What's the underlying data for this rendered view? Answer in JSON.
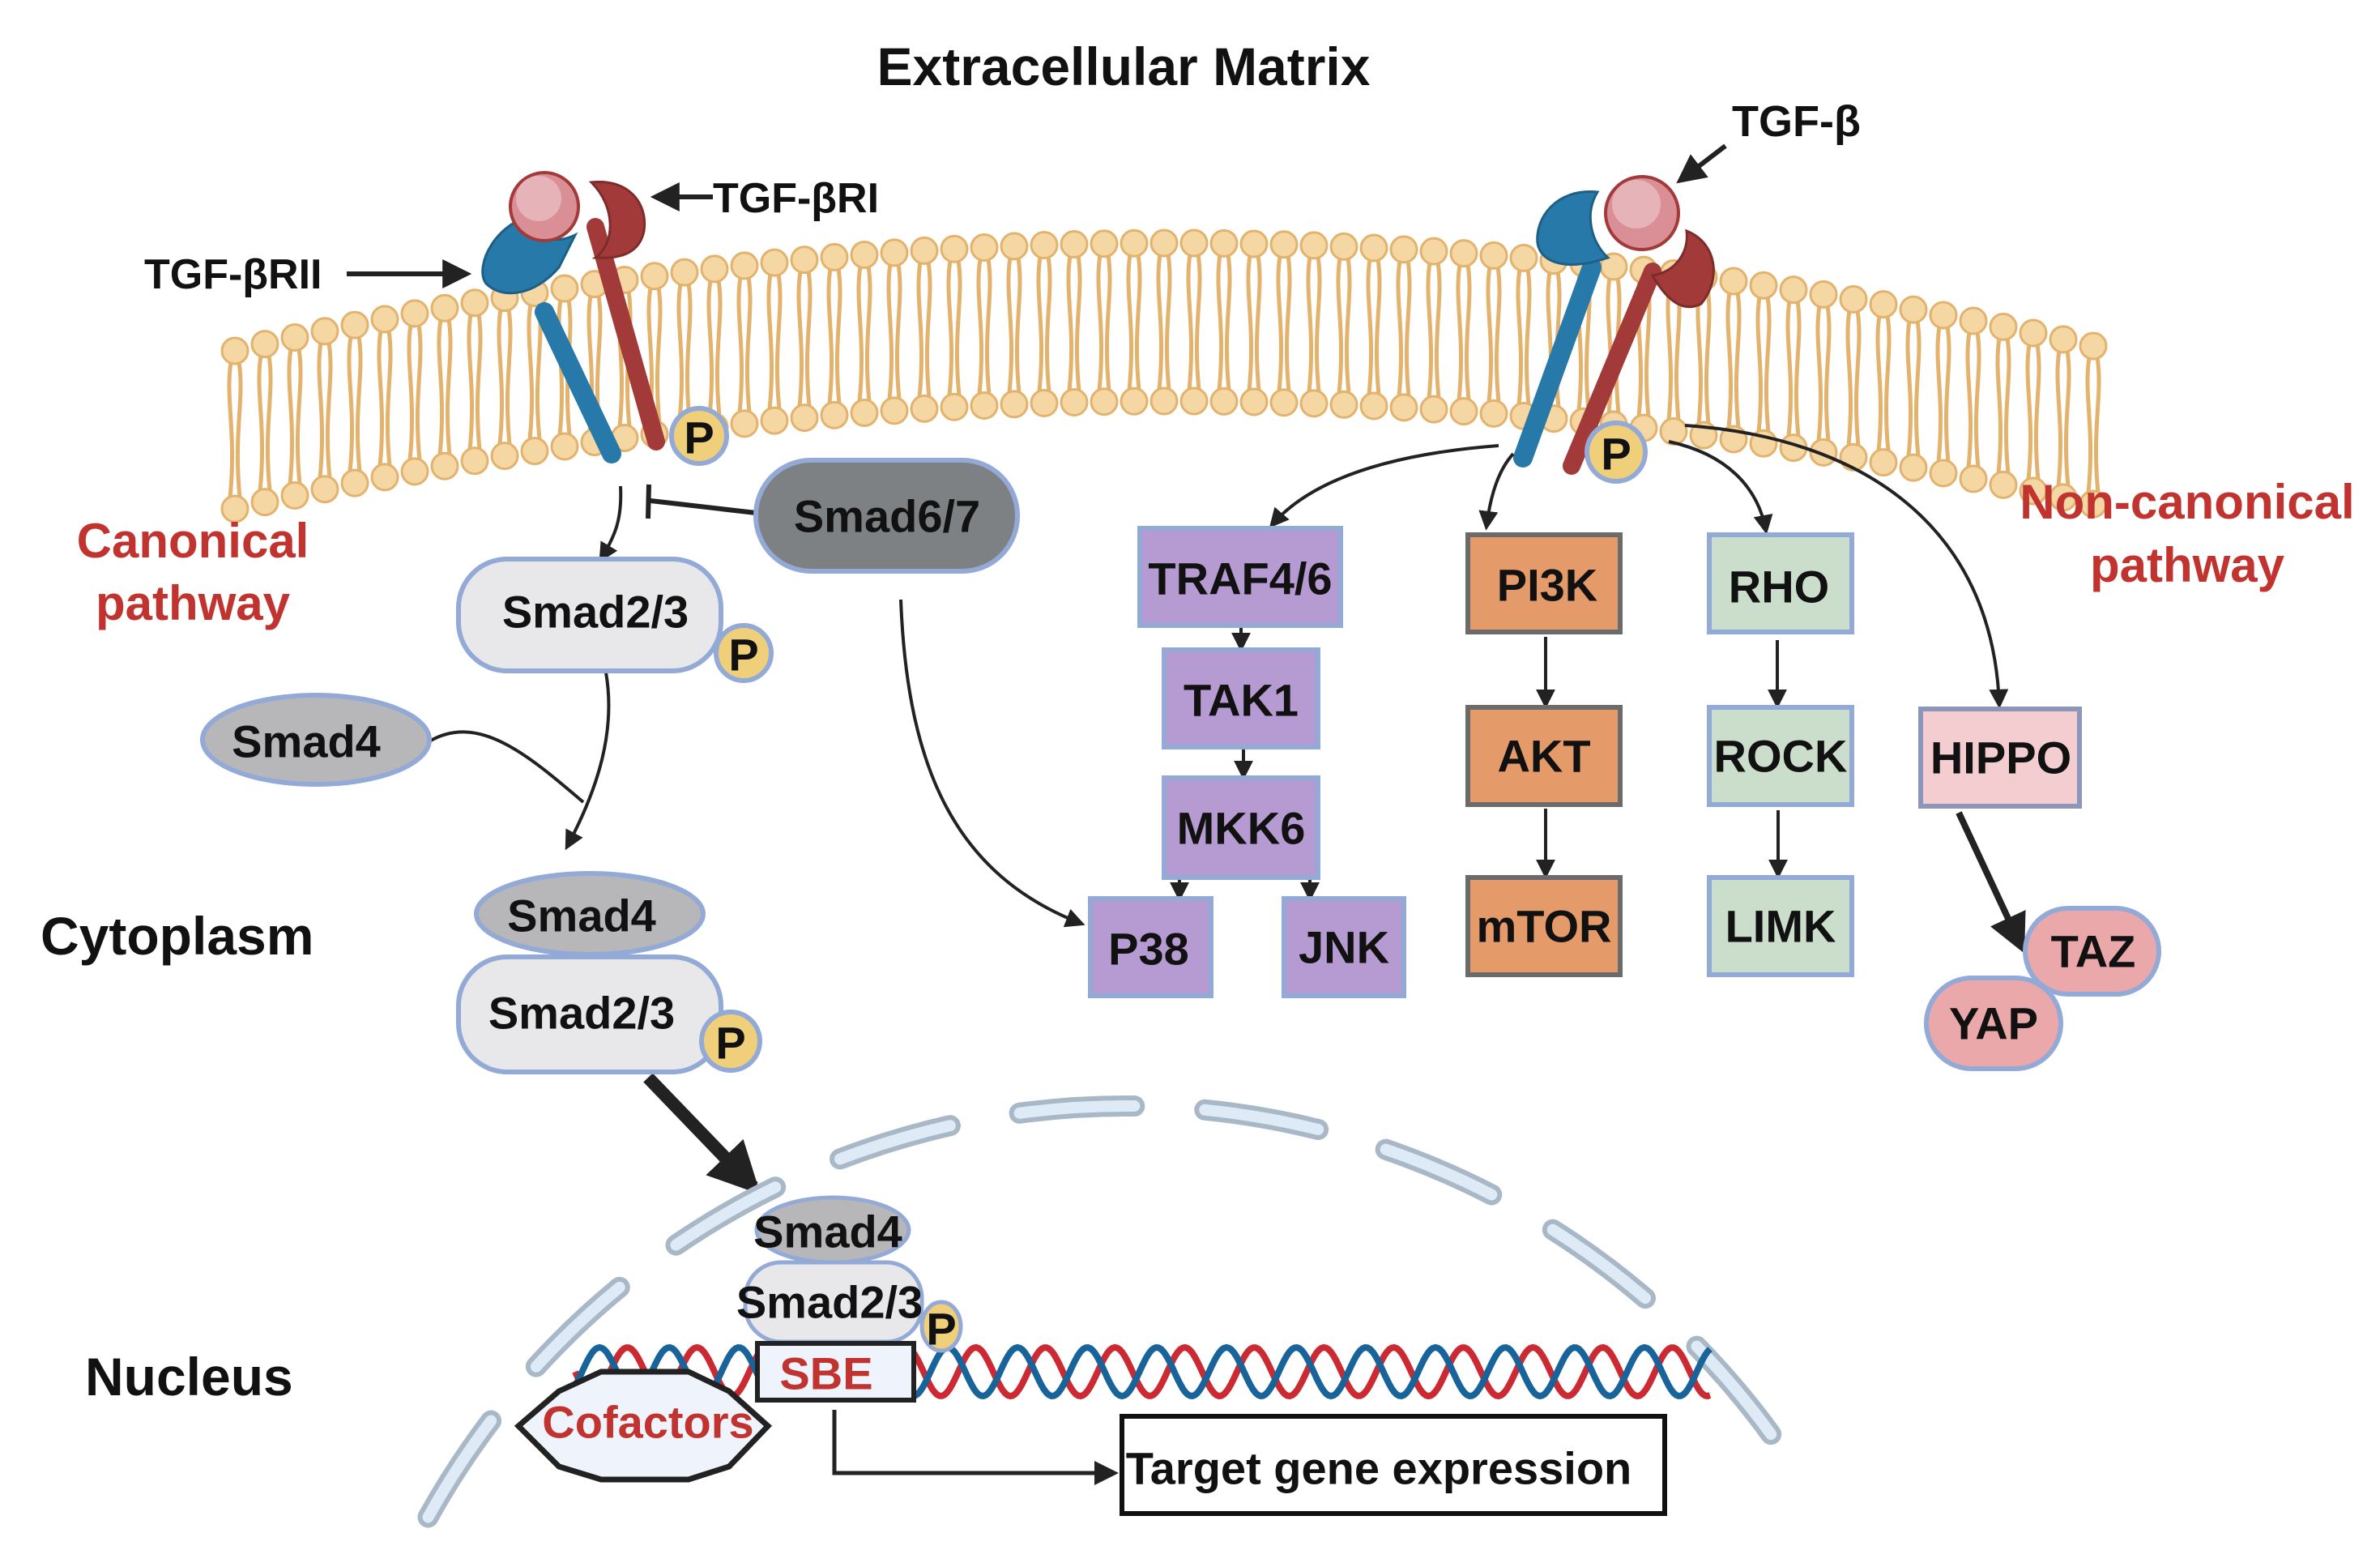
{
  "title": "Extracellular Matrix",
  "colors": {
    "membrane_head": "#f5d7a4",
    "membrane_stroke": "#e3b36e",
    "receptor_type2": "#2679a8",
    "receptor_type1": "#a33a3a",
    "ligand": "#d98f95",
    "phospho": "#f0cf7b",
    "phospho_ring": "#93a9d6",
    "node_stroke_blue": "#93a9d6",
    "smad23_fill": "#e8e8ea",
    "smad4_fill": "#b7b7ba",
    "smad67_fill": "#7e8184",
    "mapk_fill": "#b59bd1",
    "pi3k_fill": "#e59b69",
    "pi3k_stroke": "#6b6b6b",
    "rho_fill": "#cbdecb",
    "hippo_fill": "#f3cdd0",
    "taz_yap_fill": "#eba8ab",
    "label_red": "#c0332f",
    "envelope_fill": "#deebf7",
    "envelope_stroke": "#a9b8c6",
    "dna_red": "#cc2a33",
    "dna_blue": "#17639a",
    "sbe_fill": "#eef3fc"
  },
  "labels": {
    "tgfb_ligand": "TGF-β",
    "receptor_type1": "TGF-βRI",
    "receptor_type2": "TGF-βRII",
    "canonical": [
      "Canonical",
      "pathway"
    ],
    "non_canonical": [
      "Non-canonical",
      "pathway"
    ],
    "cytoplasm": "Cytoplasm",
    "nucleus": "Nucleus",
    "phospho": "P"
  },
  "canonical": {
    "smad23": "Smad2/3",
    "smad4": "Smad4",
    "smad67": "Smad6/7",
    "complex_smad4": "Smad4",
    "complex_smad23": "Smad2/3",
    "nuclear_smad4": "Smad4",
    "nuclear_smad23": "Smad2/3",
    "sbe": "SBE",
    "cofactors": "Cofactors",
    "target": "Target gene expression"
  },
  "non_canonical": {
    "mapk": {
      "traf": "TRAF4/6",
      "tak1": "TAK1",
      "mkk6": "MKK6",
      "p38": "P38",
      "jnk": "JNK"
    },
    "pi3k": {
      "pi3k": "PI3K",
      "akt": "AKT",
      "mtor": "mTOR"
    },
    "rho": {
      "rho": "RHO",
      "rock": "ROCK",
      "limk": "LIMK"
    },
    "hippo": {
      "hippo": "HIPPO",
      "taz": "TAZ",
      "yap": "YAP"
    }
  }
}
